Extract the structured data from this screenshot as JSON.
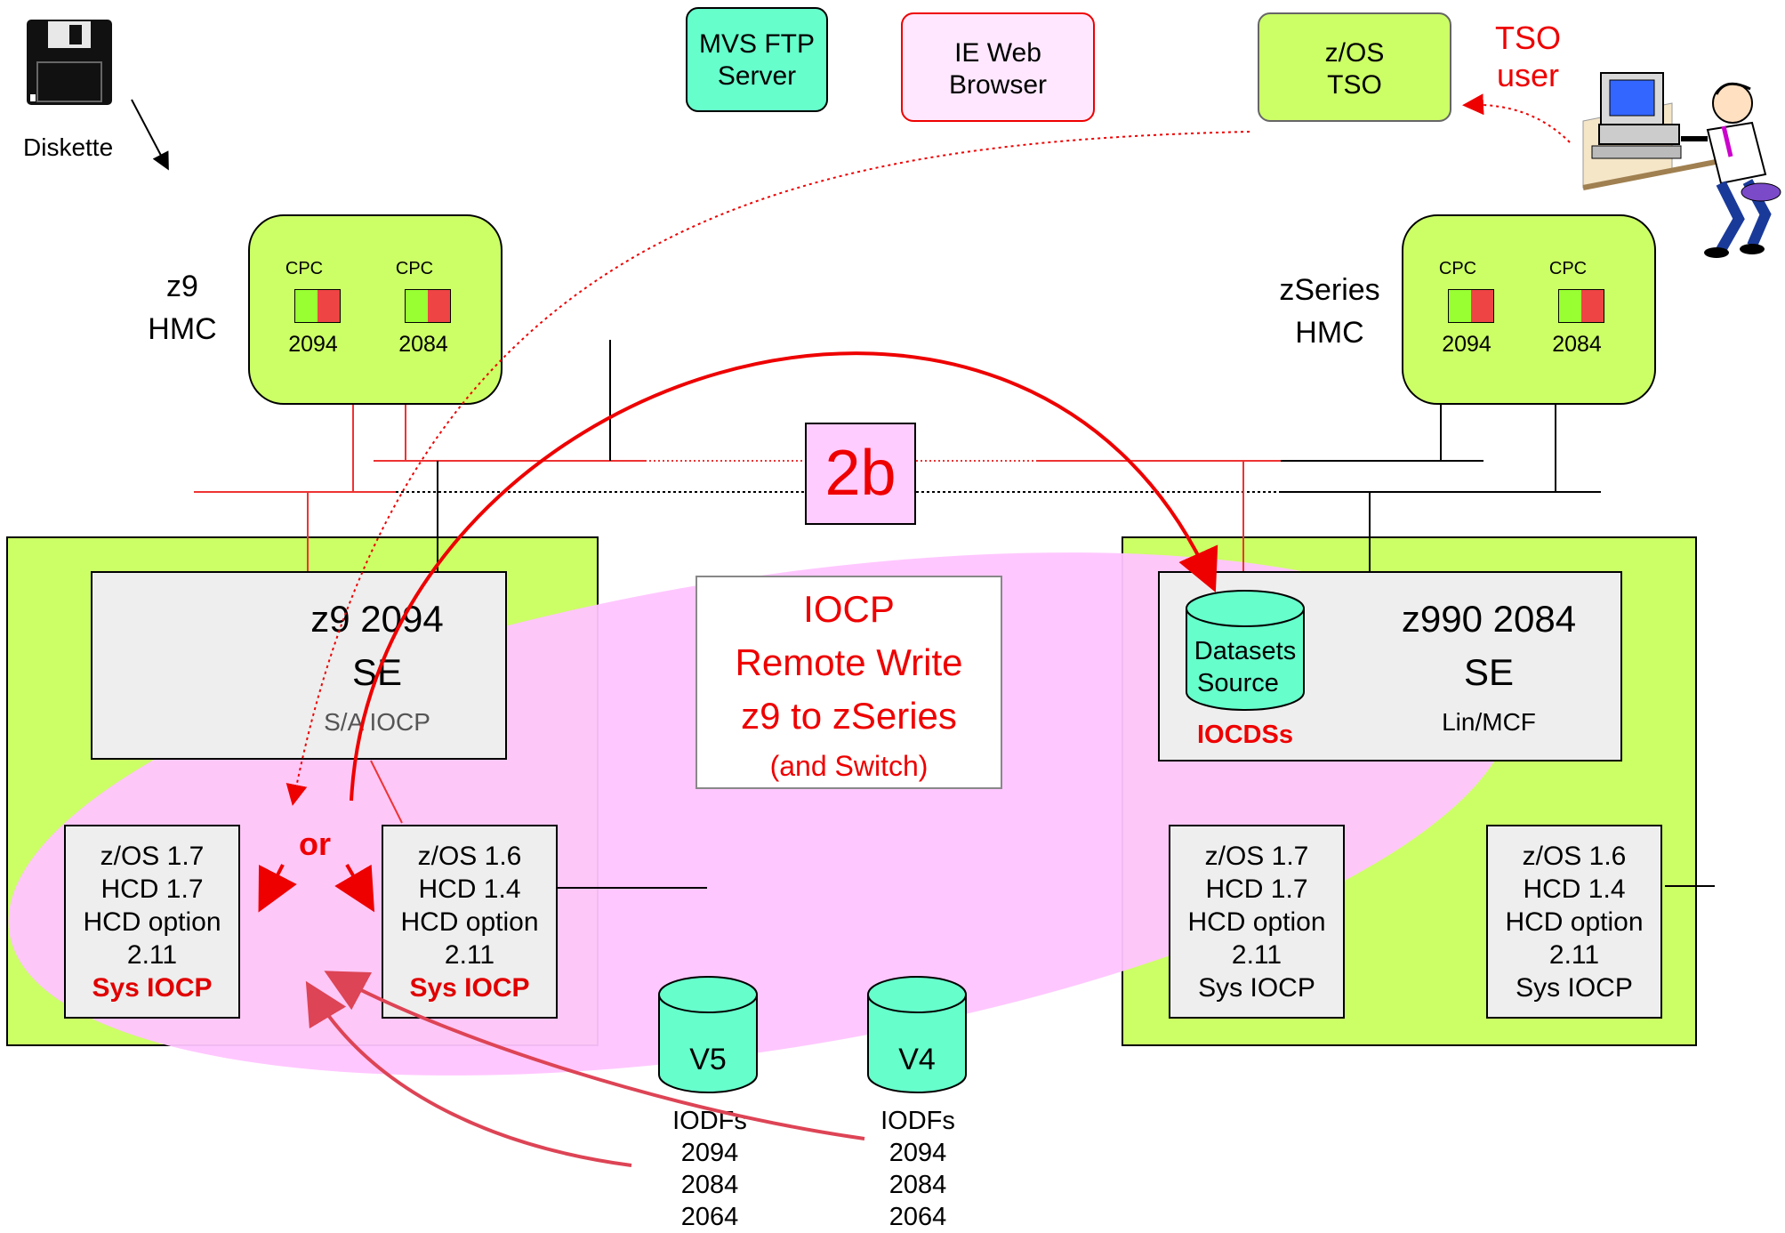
{
  "diskette": {
    "label": "Diskette",
    "icon": "floppy-disk-icon"
  },
  "top_boxes": {
    "mvs_ftp": [
      "MVS FTP",
      "Server"
    ],
    "ie_browser": [
      "IE Web",
      "Browser"
    ],
    "zos_tso": [
      "z/OS",
      "TSO"
    ]
  },
  "tso_user": {
    "label": [
      "TSO",
      "user"
    ],
    "icon": "person-at-computer-icon"
  },
  "z9_hmc": {
    "label": [
      "z9",
      "HMC"
    ],
    "cpcs": [
      {
        "label": "CPC",
        "num": "2094"
      },
      {
        "label": "CPC",
        "num": "2084"
      }
    ]
  },
  "zseries_hmc": {
    "label": [
      "zSeries",
      "HMC"
    ],
    "cpcs": [
      {
        "label": "CPC",
        "num": "2094"
      },
      {
        "label": "CPC",
        "num": "2084"
      }
    ]
  },
  "step_badge": "2b",
  "center_box": {
    "lines": [
      "IOCP",
      "Remote Write",
      "z9 to zSeries"
    ],
    "sub": "(and Switch)"
  },
  "z9_se": {
    "title": "z9 2094",
    "se": "SE",
    "sub": "S/A IOCP"
  },
  "z990_se": {
    "title": "z990 2084",
    "se": "SE",
    "sub": "Lin/MCF",
    "cylinder": [
      "Datasets",
      "Source"
    ],
    "cylinder_caption": "IOCDSs"
  },
  "or_label": "or",
  "os_boxes": [
    {
      "lines": [
        "z/OS 1.7",
        "HCD 1.7",
        "HCD option",
        "2.11"
      ],
      "last": "Sys IOCP",
      "last_red": true
    },
    {
      "lines": [
        "z/OS 1.6",
        "HCD 1.4",
        "HCD option",
        "2.11"
      ],
      "last": "Sys IOCP",
      "last_red": true
    },
    {
      "lines": [
        "z/OS 1.7",
        "HCD 1.7",
        "HCD option",
        "2.11"
      ],
      "last": "Sys IOCP",
      "last_red": false
    },
    {
      "lines": [
        "z/OS 1.6",
        "HCD 1.4",
        "HCD option",
        "2.11"
      ],
      "last": "Sys IOCP",
      "last_red": false
    }
  ],
  "iodf_cylinders": [
    {
      "label": "V5",
      "lines": [
        "IODFs",
        "2094",
        "2084",
        "2064"
      ]
    },
    {
      "label": "V4",
      "lines": [
        "IODFs",
        "2094",
        "2084",
        "2064"
      ]
    }
  ],
  "colors": {
    "green": "#ccff66",
    "teal": "#66ffcc",
    "pink": "#ffccff",
    "red": "#ee0000",
    "ellipse": "#ffc4ff"
  }
}
